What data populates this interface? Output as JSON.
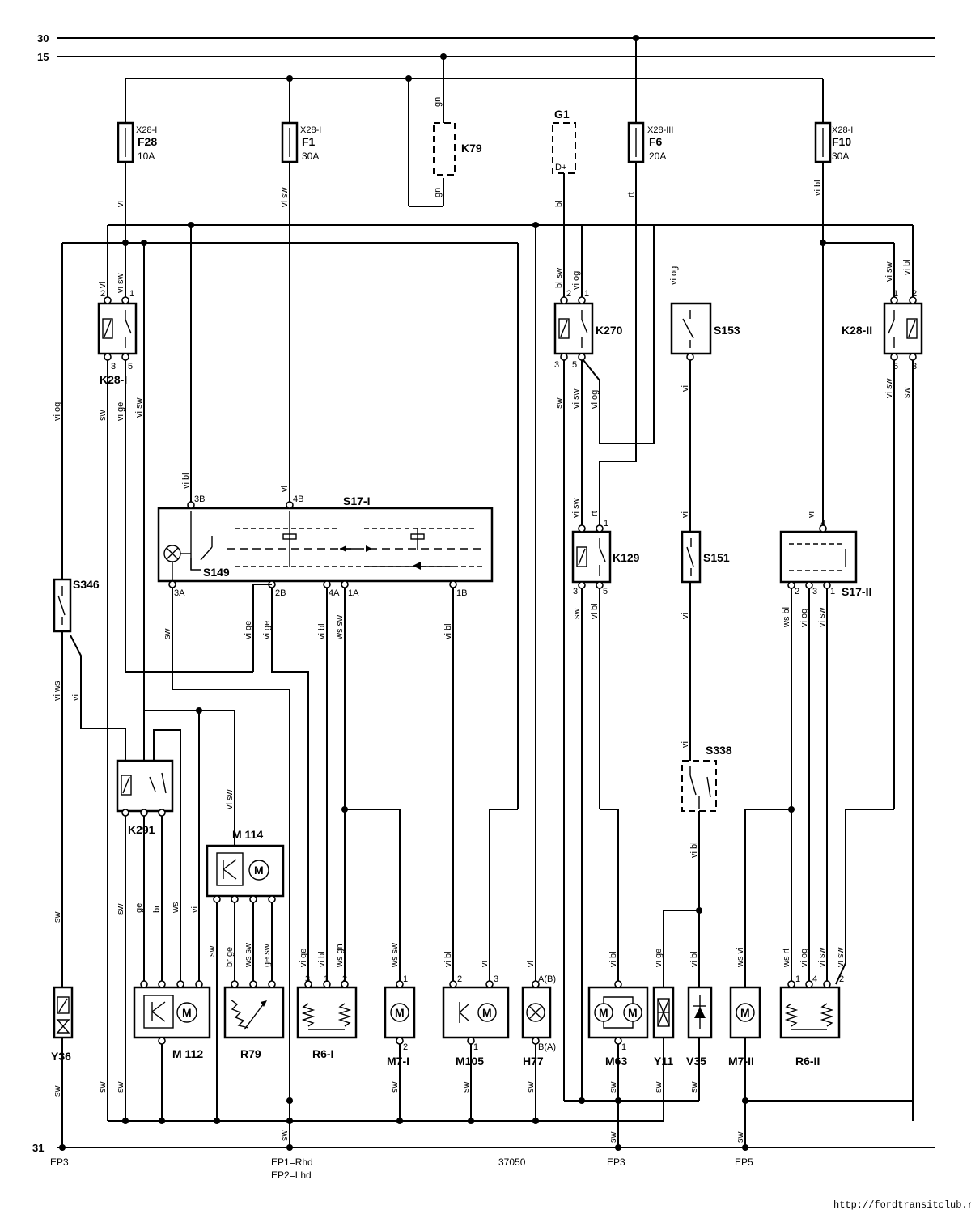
{
  "bus": {
    "b30": "30",
    "b15": "15",
    "b31": "31"
  },
  "fuses": {
    "F28": {
      "name": "F28",
      "loc": "X28-I",
      "rating": "10A"
    },
    "F1": {
      "name": "F1",
      "loc": "X28-I",
      "rating": "30A"
    },
    "F6": {
      "name": "F6",
      "loc": "X28-III",
      "rating": "20A"
    },
    "F10": {
      "name": "F10",
      "loc": "X28-I",
      "rating": "30A"
    }
  },
  "components": {
    "K79": "K79",
    "G1": "G1",
    "G1_pin": "D+",
    "K28I": "K28-I",
    "K28II": "K28-II",
    "K270": "K270",
    "K129": "K129",
    "S153": "S153",
    "S151": "S151",
    "S17I": "S17-I",
    "S17II": "S17-II",
    "S149": "S149",
    "S346": "S346",
    "S338": "S338",
    "K291": "K291",
    "M114": "M 114",
    "M112": "M 112",
    "R79": "R79",
    "R6I": "R6-I",
    "M7I": "M7-I",
    "M105": "M105",
    "H77": "H77",
    "M63": "M63",
    "Y11": "Y11",
    "V35": "V35",
    "M7II": "M7-II",
    "R6II": "R6-II",
    "Y36": "Y36",
    "M": "M"
  },
  "pins": {
    "p1": "1",
    "p2": "2",
    "p3": "3",
    "p4": "4",
    "p5": "5",
    "s3B": "3B",
    "s4B": "4B",
    "s3A": "3A",
    "s2B": "2B",
    "s4A": "4A",
    "s1A": "1A",
    "s1B": "1B",
    "hA": "A(B)",
    "hB": "B(A)"
  },
  "wires": {
    "gn": "gn",
    "vi": "vi",
    "vi_sw": "vi sw",
    "vi_og": "vi og",
    "vi_ge": "vi ge",
    "vi_bl": "vi bl",
    "vi_ws": "vi ws",
    "sw": "sw",
    "bl": "bl",
    "bl_sw": "bl sw",
    "rt": "rt",
    "ws_sw": "ws sw",
    "ws_gn": "ws gn",
    "ws_bl": "ws bl",
    "ws_rt": "ws rt",
    "ws_vi": "ws vi",
    "ge": "ge",
    "br": "br",
    "ws": "ws",
    "br_ge": "br ge",
    "ge_sw": "ge sw"
  },
  "footer": {
    "ep3": "EP3",
    "ep1": "EP1=Rhd",
    "ep2": "EP2=Lhd",
    "ref": "37050",
    "ep3b": "EP3",
    "ep5": "EP5",
    "url": "http://fordtransitclub.ru"
  }
}
